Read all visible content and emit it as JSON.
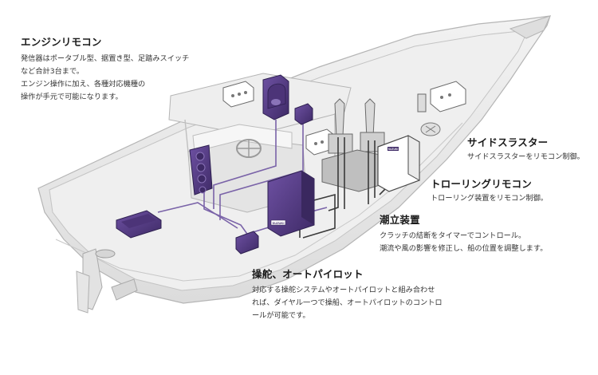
{
  "labels": {
    "engine_remote": {
      "title": "エンジンリモコン",
      "lines": [
        "発信器はポータブル型、据置き型、足踏みスイッチ",
        "など合計3台まで。",
        "エンジン操作に加え、各種対応機種の",
        "操作が手元で可能になります。"
      ]
    },
    "side_thruster": {
      "title": "サイドスラスター",
      "lines": [
        "サイドスラスターをリモコン制御。"
      ]
    },
    "trolling_remote": {
      "title": "トローリングリモコン",
      "lines": [
        "トローリング装置をリモコン制御。"
      ]
    },
    "tide_device": {
      "title": "潮立装置",
      "lines": [
        "クラッチの結断をタイマーでコントロール。",
        "潮流や風の影響を修正し、船の位置を調整します。"
      ]
    },
    "steering_autopilot": {
      "title": "操舵、オートパイロット",
      "lines": [
        "対応する操舵システムやオートパイロットと組み合わせ",
        "れば、ダイヤル一つで操船、オートパイロットのコントロ",
        "ールが可能です。"
      ]
    }
  },
  "device_badges": {
    "main_controller": "SUZUKI",
    "thruster_box": "SUZUKI"
  },
  "colors": {
    "hull_fill": "#e9e9e9",
    "hull_stroke": "#b5b5b5",
    "device_purple": "#5b3f8c",
    "device_purple_dark": "#3e2a66",
    "cable_purple": "#7a63a8",
    "cable_dark": "#3a3a3a",
    "white_box": "#ffffff",
    "text": "#222222"
  }
}
